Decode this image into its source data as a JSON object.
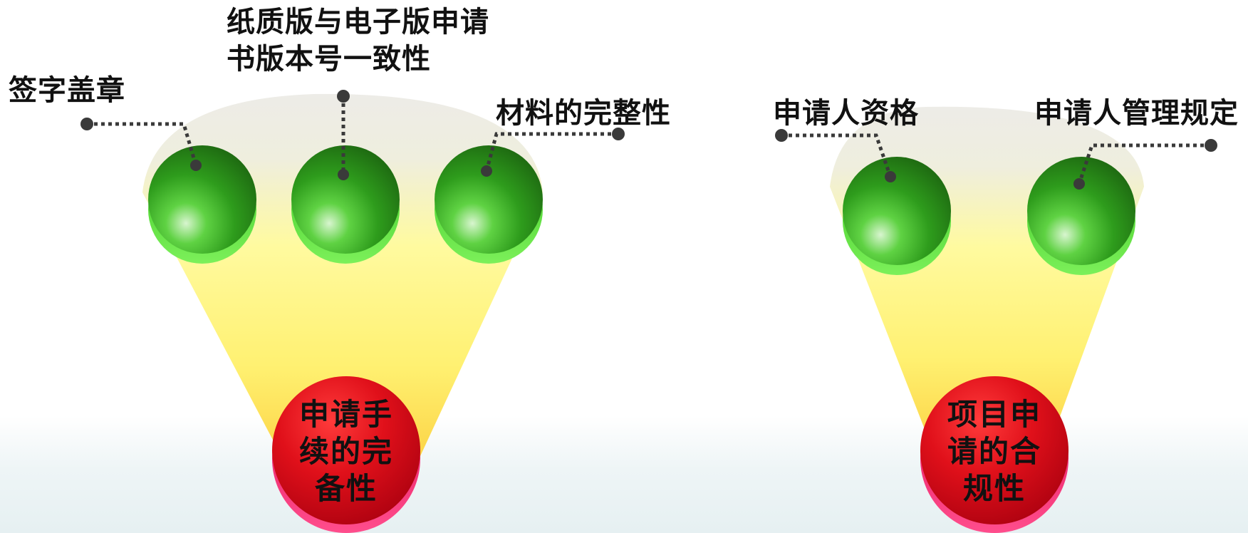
{
  "left_group": {
    "labels": {
      "stamp": "签字盖章",
      "version_line1": "纸质版与电子版申请",
      "version_line2": "书版本号一致性",
      "completeness": "材料的完整性"
    },
    "result": {
      "line1": "申请手",
      "line2": "续的完",
      "line3": "备性"
    }
  },
  "right_group": {
    "labels": {
      "qualification": "申请人资格",
      "management": "申请人管理规定"
    },
    "result": {
      "line1": "项目申",
      "line2": "请的合",
      "line3": "规性"
    }
  },
  "colors": {
    "green": "#2e9a1a",
    "red": "#d0021b",
    "funnel_yellow": "#fff37a",
    "leader": "#3a3a3a"
  }
}
